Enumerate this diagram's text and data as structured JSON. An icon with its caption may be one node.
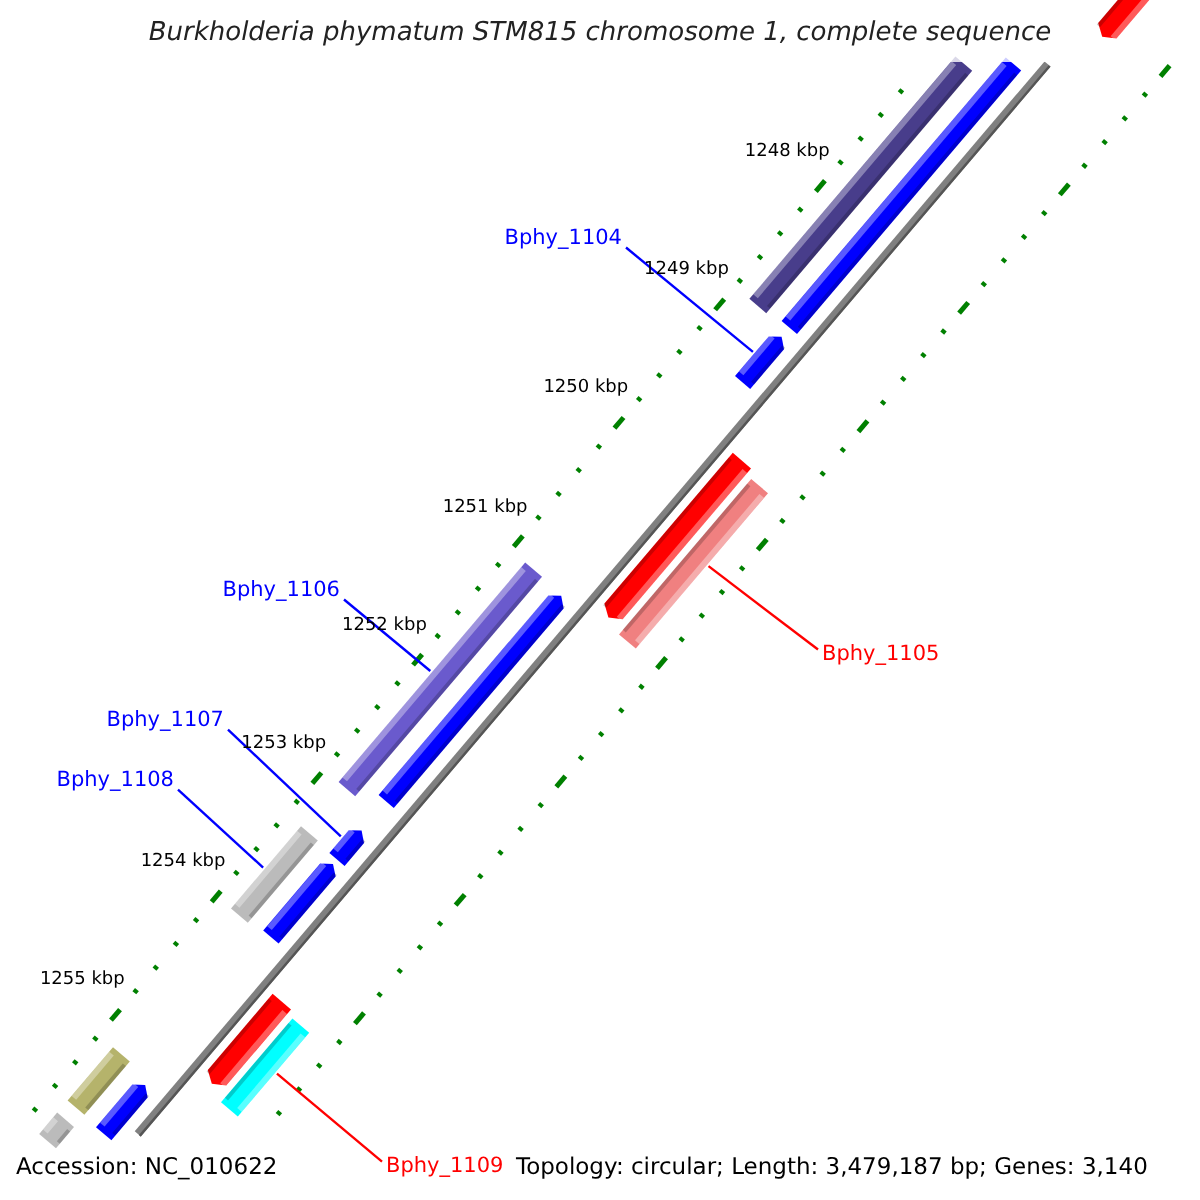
{
  "diagram": {
    "title": "Burkholderia phymatum STM815 chromosome 1, complete sequence",
    "nodes": [
      {
        "text": [],
        "shape": "bar"
      },
      {
        "text": [],
        "shape": "bar"
      },
      {
        "text": [],
        "shape": "arrow"
      },
      {
        "text": [
          "Bphy_1104"
        ]
      },
      {
        "text": [],
        "shape": "arrow"
      },
      {
        "text": [],
        "shape": "arrow"
      },
      {
        "text": [],
        "shape": "bar"
      },
      {
        "text": [
          "Bphy_1106"
        ]
      },
      {
        "text": [],
        "shape": "bar"
      },
      {
        "text": [],
        "shape": "arrow"
      },
      {
        "text": [
          "Bphy_1105"
        ]
      },
      {
        "text": [
          "Bphy_1107"
        ]
      },
      {
        "text": [],
        "shape": "arrow"
      },
      {
        "text": [
          "Bphy_1108"
        ]
      },
      {
        "text": [],
        "shape": "bar"
      },
      {
        "text": [],
        "shape": "arrow"
      },
      {
        "text": [],
        "shape": "arrow"
      },
      {
        "text": [],
        "shape": "bar"
      },
      {
        "text": [],
        "shape": "bar"
      },
      {
        "text": [],
        "shape": "arrow"
      },
      {
        "text": [],
        "shape": "bar"
      },
      {
        "text": [
          "Bphy_1109"
        ]
      }
    ],
    "edges": [
      {
        "from": 3,
        "to": 4,
        "arrow": "none"
      },
      {
        "from": 7,
        "to": 8,
        "arrow": "none"
      },
      {
        "from": 10,
        "to": 6,
        "arrow": "none",
        "color": "#ff0000"
      },
      {
        "from": 11,
        "to": 12,
        "arrow": "none"
      },
      {
        "from": 13,
        "to": 14,
        "arrow": "none"
      },
      {
        "from": 21,
        "to": 17,
        "arrow": "none",
        "color": "#ff0000"
      }
    ],
    "labels": [
      "1248 kbp",
      "1249 kbp",
      "1250 kbp",
      "1251 kbp",
      "1252 kbp",
      "1253 kbp",
      "1254 kbp",
      "1255 kbp",
      "Accession: NC_010622",
      "Topology: circular; Length: 3,479,187 bp; Genes: 3,140"
    ]
  }
}
